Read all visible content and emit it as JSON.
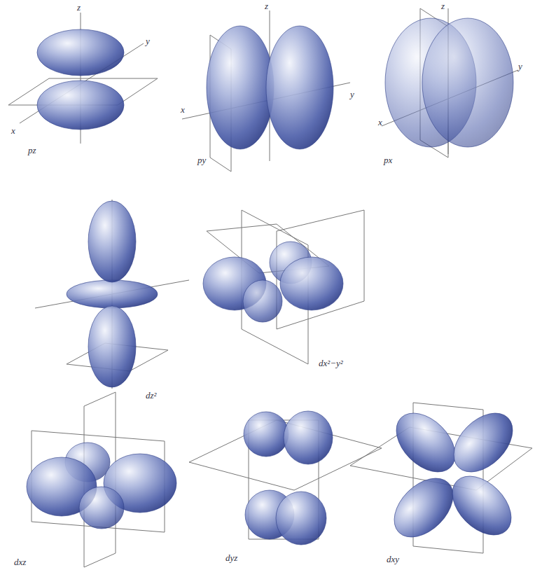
{
  "diagram": {
    "labels": [
      "z",
      "x",
      "y",
      "pz",
      "z",
      "x",
      "y",
      "py",
      "z",
      "x",
      "y",
      "px",
      "dz²",
      "dx²−y²",
      "dxz",
      "dyz",
      "dxy"
    ]
  }
}
